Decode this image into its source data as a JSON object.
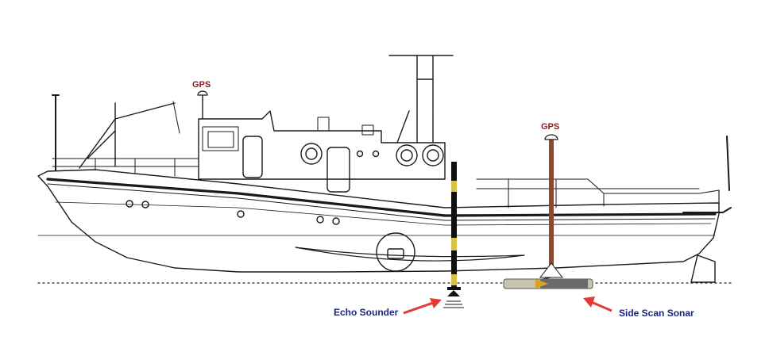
{
  "labels": {
    "gps_mast": "GPS",
    "gps_pole": "GPS",
    "echo_sounder": "Echo Sounder",
    "side_scan_sonar": "Side Scan Sonar"
  },
  "colors": {
    "gps_label": "#8b1a1a",
    "caption_label": "#1a237e",
    "arrow": "#e53935",
    "outline": "#1a1a1a",
    "sounder_pole": "#111111",
    "sounder_band": "#d9c24a",
    "gps_pole": "#8a4a2f",
    "sonar_body": "#c9c2b0",
    "sonar_tip": "#e0a020"
  },
  "icons": {
    "gps_antenna": "gps-antenna-icon",
    "arrow": "red-arrow-icon"
  }
}
